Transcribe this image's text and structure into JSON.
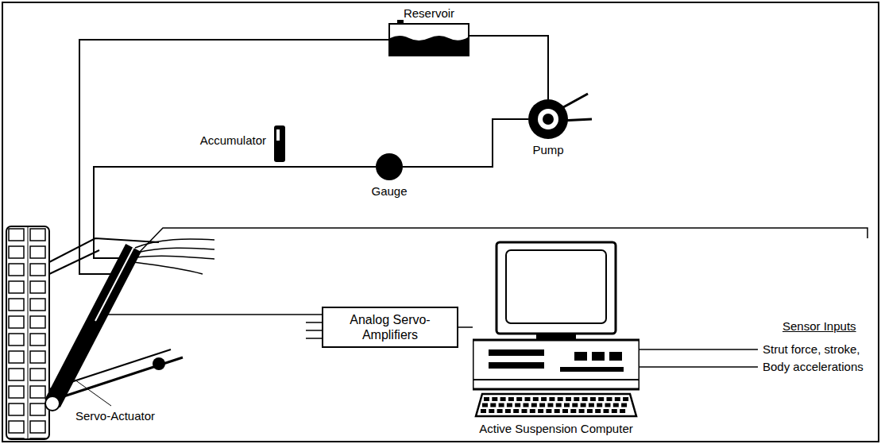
{
  "diagram": {
    "nodes": [
      {
        "text": [
          "Analog Servo-Amplifiers"
        ]
      },
      {
        "text": [
          "Active Suspension Computer"
        ]
      }
    ],
    "edges": [
      {
        "from": 1,
        "to": 0,
        "arrow": "none"
      }
    ],
    "labels": [
      "Reservoir",
      "Accumulator",
      "Gauge",
      "Pump",
      "Servo-Actuator",
      "Sensor Inputs",
      "Strut force, stroke,",
      "Body accelerations"
    ]
  }
}
